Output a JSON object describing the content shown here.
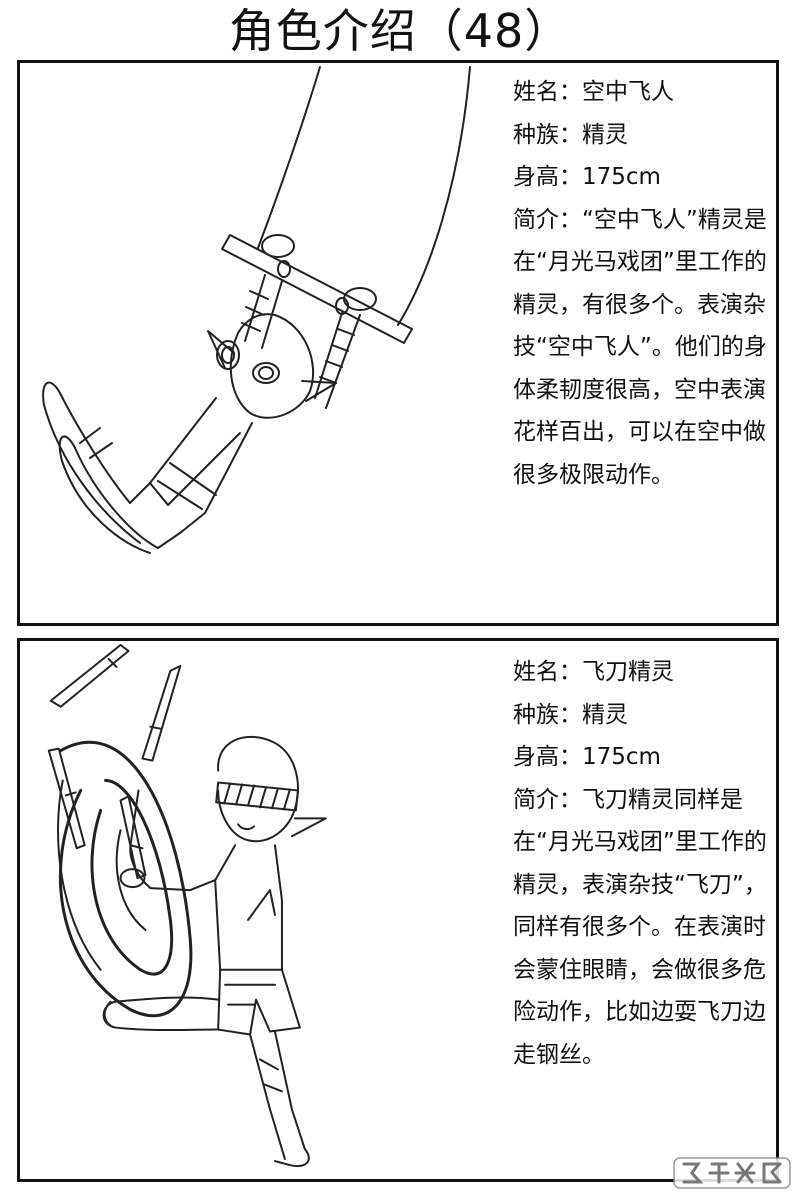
{
  "page": {
    "title": "角色介绍（48）"
  },
  "characters": [
    {
      "name_label": "姓名：",
      "name": "空中飞人",
      "race_label": "种族：",
      "race": "精灵",
      "height_label": "身高：",
      "height": "175cm",
      "bio_label": "简介：",
      "bio": "“空中飞人”精灵是在“月光马戏团”里工作的精灵，有很多个。表演杂技“空中飞人”。他们的身体柔韧度很高，空中表演花样百出，可以在空中做很多极限动作。"
    },
    {
      "name_label": "姓名：",
      "name": "飞刀精灵",
      "race_label": "种族：",
      "race": "精灵",
      "height_label": "身高：",
      "height": "175cm",
      "bio_label": "简介：",
      "bio": "飞刀精灵同样是在“月光马戏团”里工作的精灵，表演杂技“飞刀”，同样有很多个。在表演时会蒙住眼睛，会做很多危险动作，比如边耍飞刀边走钢丝。"
    }
  ],
  "watermark": {
    "icon": "manhua-logo-watermark"
  }
}
